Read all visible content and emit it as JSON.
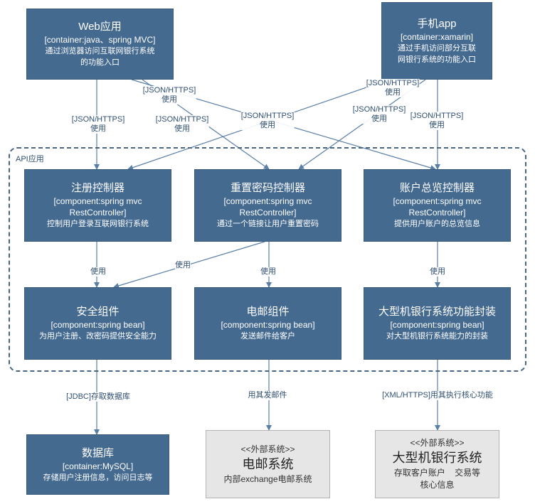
{
  "boundary": {
    "label": "API应用"
  },
  "boxes": {
    "web": {
      "title": "Web应用",
      "meta": "[container:java、spring MVC]",
      "desc": [
        "通过浏览器访问互联网银行系统",
        "的功能入口"
      ]
    },
    "mobile": {
      "title": "手机app",
      "meta": "[container:xamarin]",
      "desc": [
        "通过手机访问部分互联",
        "网银行系统的功能入口"
      ]
    },
    "register": {
      "title": "注册控制器",
      "meta": [
        "[component:spring mvc",
        "RestController]"
      ],
      "desc": "控制用户登录互联网银行系统"
    },
    "reset": {
      "title": "重置密码控制器",
      "meta": [
        "[component:spring mvc",
        "RestController]"
      ],
      "desc": "通过一个链接让用户重置密码"
    },
    "account": {
      "title": "账户总览控制器",
      "meta": [
        "[component:spring mvc",
        "RestController]"
      ],
      "desc": "提供用户账户的总览信息"
    },
    "security": {
      "title": "安全组件",
      "meta": "[component:spring bean]",
      "desc": "为用户注册、改密码提供安全能力"
    },
    "email": {
      "title": "电邮组件",
      "meta": "[component:spring bean]",
      "desc": "发送邮件给客户"
    },
    "mainframe": {
      "title": "大型机银行系统功能封装",
      "meta": "[component:spring bean]",
      "desc": "对大型机银行系统能力的封装"
    },
    "database": {
      "title": "数据库",
      "meta": "[container:MySQL]",
      "desc": "存储用户注册信息，访问日志等"
    },
    "ext_email": {
      "stereo": "<<外部系统>>",
      "title": "电邮系统",
      "desc": "内部exchange电邮系统"
    },
    "ext_mainframe": {
      "stereo": "<<外部系统>>",
      "title": "大型机银行系统",
      "desc": [
        "存取客户账户    交易等",
        "核心信息"
      ]
    }
  },
  "labels": {
    "web_register": [
      "[JSON/HTTPS]",
      "使用"
    ],
    "web_account": [
      "[JSON/HTTPS]",
      "使用"
    ],
    "web_reset": [
      "[JSON/HTTPS]",
      "使用"
    ],
    "mobile_register": [
      "[JSON/HTTPS]",
      "使用"
    ],
    "mobile_reset": [
      "[JSON/HTTPS]",
      "使用"
    ],
    "mobile_account_top": [
      "[JSON/HTTPS]",
      "使用"
    ],
    "mobile_account": [
      "[JSON/HTTPS]",
      "使用"
    ],
    "register_security": "使用",
    "reset_security": "使用",
    "reset_email": "使用",
    "account_mainframe": "使用",
    "security_db": "[JDBC]存取数据库",
    "email_ext": "用其发邮件",
    "mainframe_ext": "[XML/HTTPS]用其执行核心功能"
  },
  "colors": {
    "container": "#456a90",
    "external": "#e6e6e6",
    "line": "#5a7fa6",
    "label": "#2f4f73"
  }
}
